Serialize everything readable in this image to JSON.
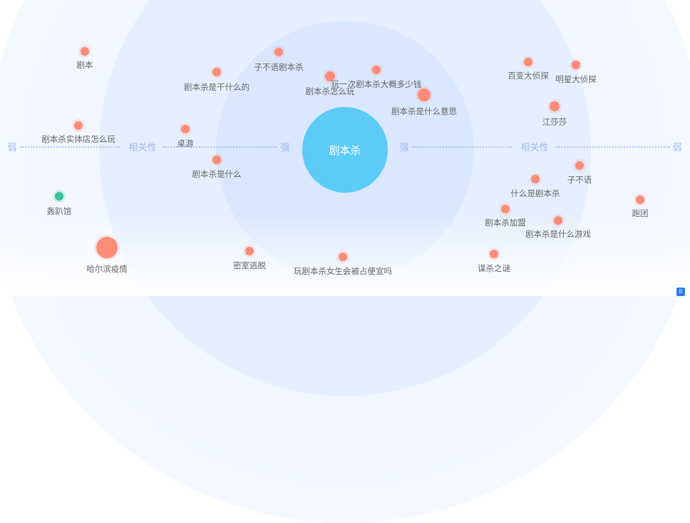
{
  "center_keyword": "剧本杀",
  "axis": {
    "weak": "弱",
    "relevance": "相关性",
    "strong": "强"
  },
  "colors": {
    "center": "#5ccbf8",
    "node": "#fa8c78",
    "node_alt": "#3bc29b"
  },
  "nodes": [
    {
      "label": "剧本"
    },
    {
      "label": "剧本杀是干什么的"
    },
    {
      "label": "子不语剧本杀"
    },
    {
      "label": "剧本杀怎么玩"
    },
    {
      "label": "玩一次剧本杀大概多少钱"
    },
    {
      "label": "剧本杀是什么意思"
    },
    {
      "label": "百变大侦探"
    },
    {
      "label": "明星大侦探"
    },
    {
      "label": "江莎莎"
    },
    {
      "label": "剧本杀实体店怎么玩"
    },
    {
      "label": "桌游"
    },
    {
      "label": "剧本杀是什么"
    },
    {
      "label": "子不语"
    },
    {
      "label": "什么是剧本杀"
    },
    {
      "label": "轰趴馆"
    },
    {
      "label": "跑团"
    },
    {
      "label": "剧本杀加盟"
    },
    {
      "label": "剧本杀是什么游戏"
    },
    {
      "label": "哈尔滨疫情"
    },
    {
      "label": "密室逃脱"
    },
    {
      "label": "玩剧本杀女生会被占便宜吗"
    },
    {
      "label": "谋杀之谜"
    }
  ],
  "corner_button": "II"
}
